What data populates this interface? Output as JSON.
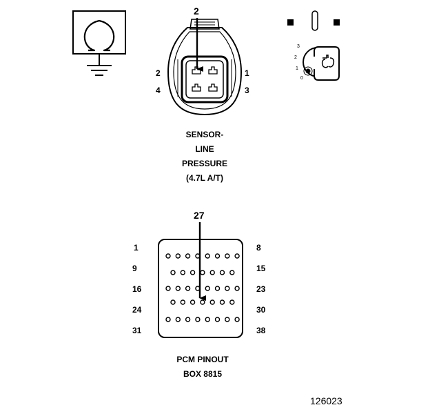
{
  "sensor": {
    "pointer_label": "2",
    "pin_labels": {
      "top_left": "2",
      "top_right": "1",
      "bottom_left": "4",
      "bottom_right": "3"
    },
    "caption_lines": [
      "SENSOR-",
      "LINE",
      "PRESSURE",
      "(4.7L A/T)"
    ]
  },
  "key_switch": {
    "positions": [
      "3",
      "2",
      "1",
      "0"
    ]
  },
  "pcm": {
    "pointer_label": "27",
    "row_labels_left": [
      "1",
      "9",
      "16",
      "24",
      "31"
    ],
    "row_labels_right": [
      "8",
      "15",
      "23",
      "30",
      "38"
    ],
    "caption_lines": [
      "PCM PINOUT",
      "BOX 8815"
    ]
  },
  "figure_number": "126023",
  "icons": [
    "ohmmeter-icon",
    "ground-symbol-icon",
    "ignition-key-icon",
    "connector-terminal-icon"
  ]
}
